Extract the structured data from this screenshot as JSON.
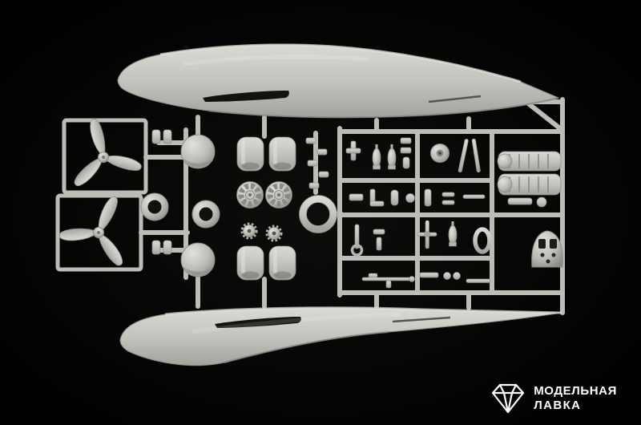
{
  "image": {
    "description": "Product photo on a black background: a light grey injection-molded plastic sprue of an aircraft model kit with two flying-boat fuselage halves, two three-blade propellers in protective frames, engine cowlings, radial engines, gear wheels, nacelle halves, a mounting ring and a rectangular grid of small detail parts",
    "background_color": "#000000",
    "plastic_color": "#c6c5bf"
  },
  "watermark": {
    "line1": "МОДЕЛЬНАЯ",
    "line2": "ЛАВКА",
    "icon": "gem-icon",
    "color": "#ffffff"
  },
  "parts": {
    "labels": [
      "fuselage half (upper)",
      "fuselage half (lower)",
      "three-blade propeller x2",
      "propeller frame x2",
      "engine cowling dome x2",
      "cowl front ring x2",
      "radial engine x2",
      "gear wheel x2",
      "nacelle half x4",
      "mounting ring",
      "detail-parts grid",
      "engine block x2",
      "canopy",
      "bombs",
      "wheel"
    ]
  }
}
